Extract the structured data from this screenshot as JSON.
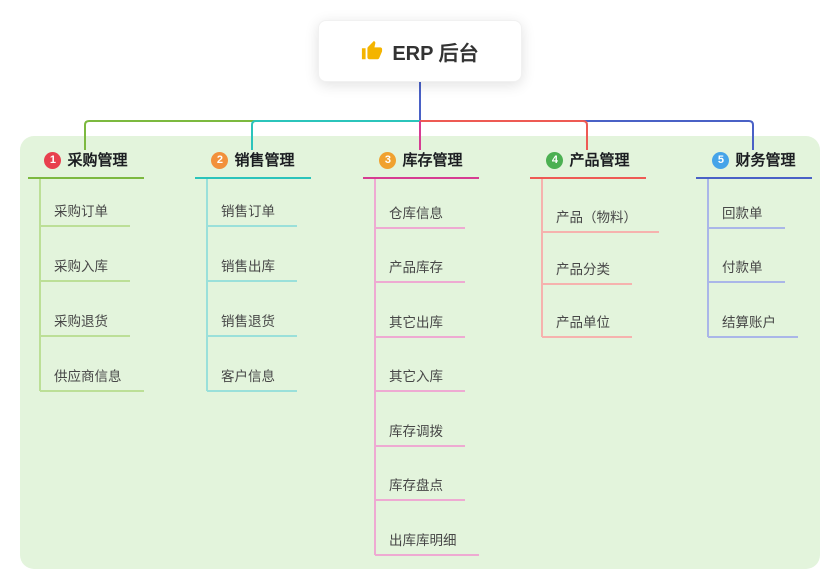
{
  "root": {
    "title": "ERP 后台",
    "icon": "thumbs-up-icon"
  },
  "colors": {
    "stem": "#4a61c6",
    "canvas_bg": "#e3f4dc",
    "thumb": "#f4b400"
  },
  "branches": [
    {
      "badge": "1",
      "label": "采购管理",
      "badge_color": "#e8404e",
      "line_color": "#7cb93f",
      "light_color": "#bcdf97",
      "items": [
        "采购订单",
        "采购入库",
        "采购退货",
        "供应商信息"
      ]
    },
    {
      "badge": "2",
      "label": "销售管理",
      "badge_color": "#f2913c",
      "line_color": "#2bc4bb",
      "light_color": "#9ae0da",
      "items": [
        "销售订单",
        "销售出库",
        "销售退货",
        "客户信息"
      ]
    },
    {
      "badge": "3",
      "label": "库存管理",
      "badge_color": "#f0a12f",
      "line_color": "#d63c92",
      "light_color": "#eeaad2",
      "items": [
        "仓库信息",
        "产品库存",
        "其它出库",
        "其它入库",
        "库存调拨",
        "库存盘点",
        "出库库明细"
      ]
    },
    {
      "badge": "4",
      "label": "产品管理",
      "badge_color": "#4cb052",
      "line_color": "#ee5a54",
      "light_color": "#f6b2ae",
      "items": [
        "产品（物料）",
        "产品分类",
        "产品单位"
      ]
    },
    {
      "badge": "5",
      "label": "财务管理",
      "badge_color": "#46a4e9",
      "line_color": "#4a61c6",
      "light_color": "#aab6e8",
      "items": [
        "回款单",
        "付款单",
        "结算账户"
      ]
    }
  ]
}
